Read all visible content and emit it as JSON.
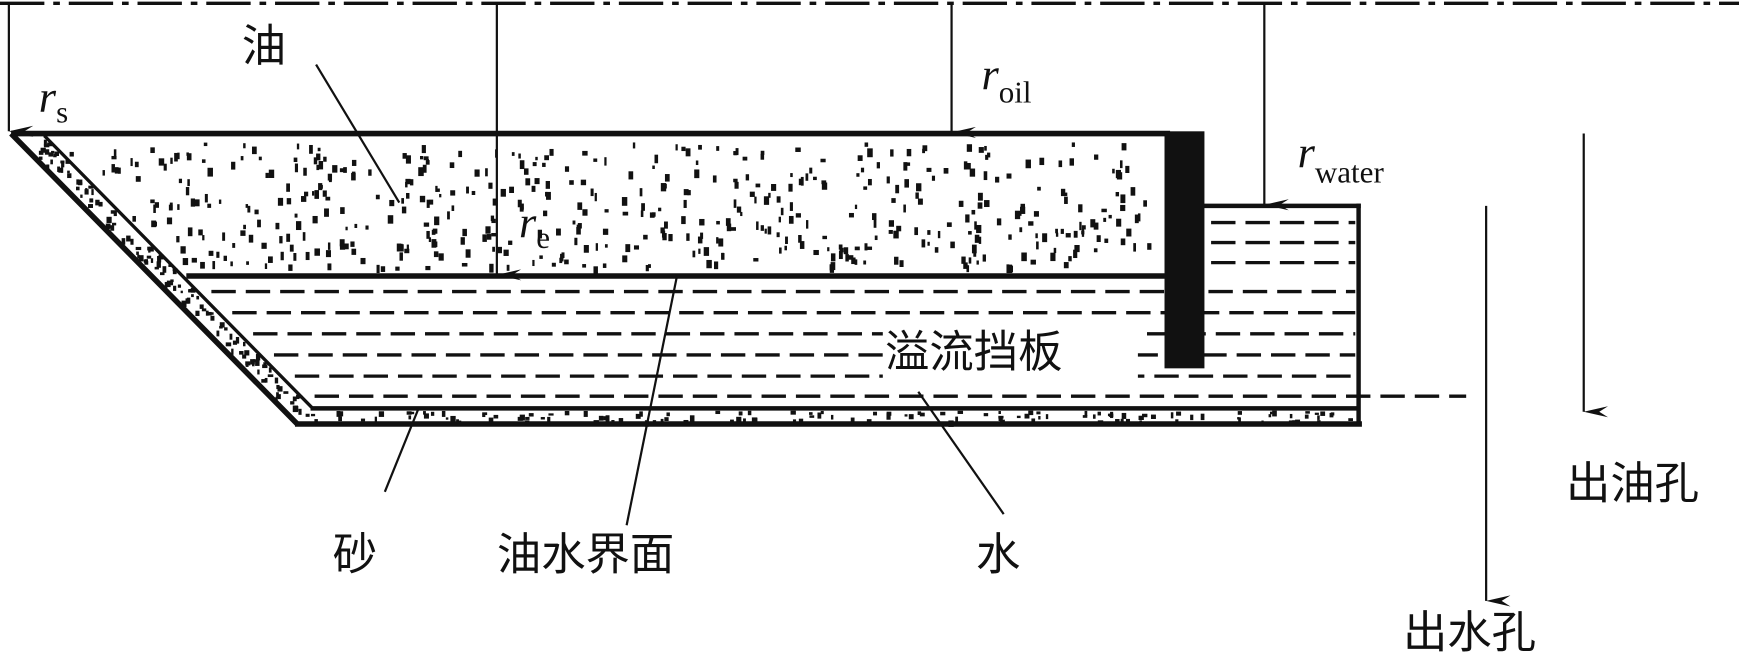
{
  "labels": {
    "oil": "油",
    "sand": "砂",
    "interface": "油水界面",
    "water": "水",
    "baffle": "溢流挡板",
    "oil_outlet": "出油孔",
    "water_outlet": "出水孔"
  },
  "radii": {
    "rs": {
      "symbol": "r",
      "sub": "s"
    },
    "re": {
      "symbol": "r",
      "sub": "e"
    },
    "roil": {
      "symbol": "r",
      "sub": "oil"
    },
    "rwater": {
      "symbol": "r",
      "sub": "water"
    }
  },
  "colors": {
    "ink": "#111111",
    "background": "#ffffff"
  }
}
